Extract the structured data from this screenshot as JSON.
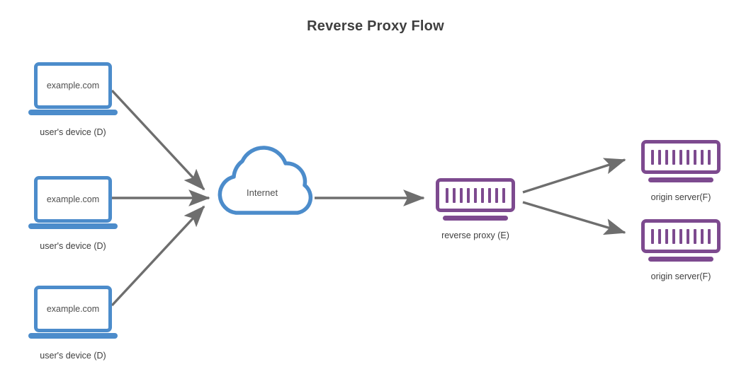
{
  "diagram": {
    "title": "Reverse Proxy Flow",
    "colors": {
      "client_blue": "#4c8ccb",
      "server_purple": "#7d4a8f",
      "arrow_gray": "#6e6e6e",
      "text_dark": "#3f3f3f",
      "background": "#ffffff"
    },
    "clients": [
      {
        "screen_text": "example.com",
        "label": "user's device (D)"
      },
      {
        "screen_text": "example.com",
        "label": "user's device (D)"
      },
      {
        "screen_text": "example.com",
        "label": "user's device (D)"
      }
    ],
    "cloud": {
      "label": "Internet"
    },
    "proxy": {
      "label": "reverse proxy (E)",
      "bar_count": 9
    },
    "origins": [
      {
        "label": "origin server(F)",
        "bar_count": 9
      },
      {
        "label": "origin server(F)",
        "bar_count": 9
      }
    ],
    "flow": {
      "client_to_cloud": 3,
      "cloud_to_proxy": 1,
      "proxy_to_origin": 2
    }
  }
}
